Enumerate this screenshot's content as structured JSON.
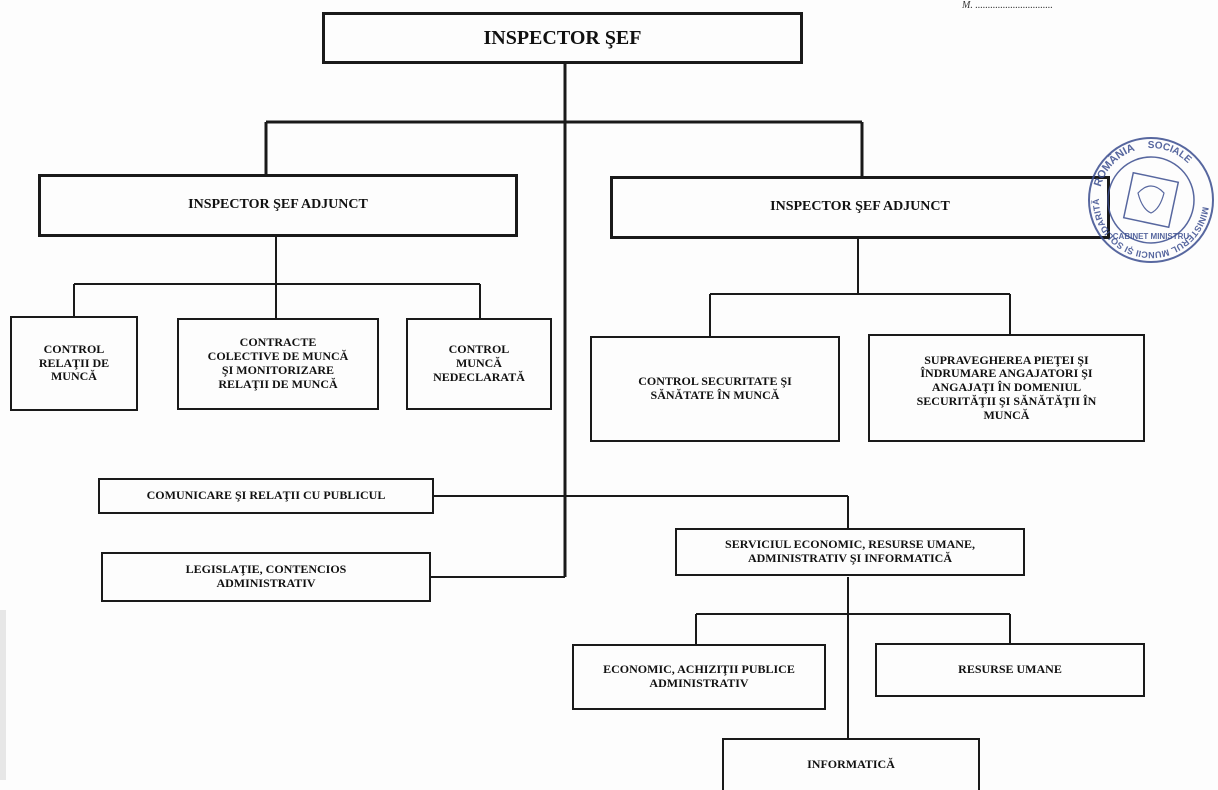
{
  "colors": {
    "line": "#1a1a1a",
    "stamp": "#3b4d8f"
  },
  "signature": "M. ...............................",
  "stamp_text": {
    "top": "ROMÂNIA",
    "right": "SOCIALE",
    "bottom": "MINISTERUL MUNCII ȘI SOLIDARITĂȚII",
    "center": "CABINET MINISTRU"
  },
  "nodes": {
    "chief": "INSPECTOR ŞEF",
    "deputy_left": "INSPECTOR ŞEF ADJUNCT",
    "deputy_right": "INSPECTOR ŞEF ADJUNCT",
    "control_relatii": "CONTROL\nRELAŢII DE\nMUNCĂ",
    "contracte": "CONTRACTE\nCOLECTIVE DE MUNCĂ\nŞI MONITORIZARE\nRELAŢII DE MUNCĂ",
    "munca_nedeclarata": "CONTROL\nMUNCĂ\nNEDECLARATĂ",
    "securitate": "CONTROL SECURITATE ŞI\nSĂNĂTATE ÎN MUNCĂ",
    "supraveghere": "SUPRAVEGHEREA PIEŢEI ŞI\nÎNDRUMARE ANGAJATORI ŞI\nANGAJAŢI ÎN DOMENIUL\nSECURITĂŢII ŞI SĂNĂTĂŢII ÎN\nMUNCĂ",
    "comunicare": "COMUNICARE ŞI RELAŢII CU PUBLICUL",
    "legislatie": "LEGISLAŢIE, CONTENCIOS\nADMINISTRATIV",
    "serviciul_economic": "SERVICIUL ECONOMIC, RESURSE UMANE,\nADMINISTRATIV ŞI INFORMATICĂ",
    "economic": "ECONOMIC, ACHIZIŢII PUBLICE\nADMINISTRATIV",
    "resurse_umane": "RESURSE UMANE",
    "informatica": "INFORMATICĂ"
  }
}
